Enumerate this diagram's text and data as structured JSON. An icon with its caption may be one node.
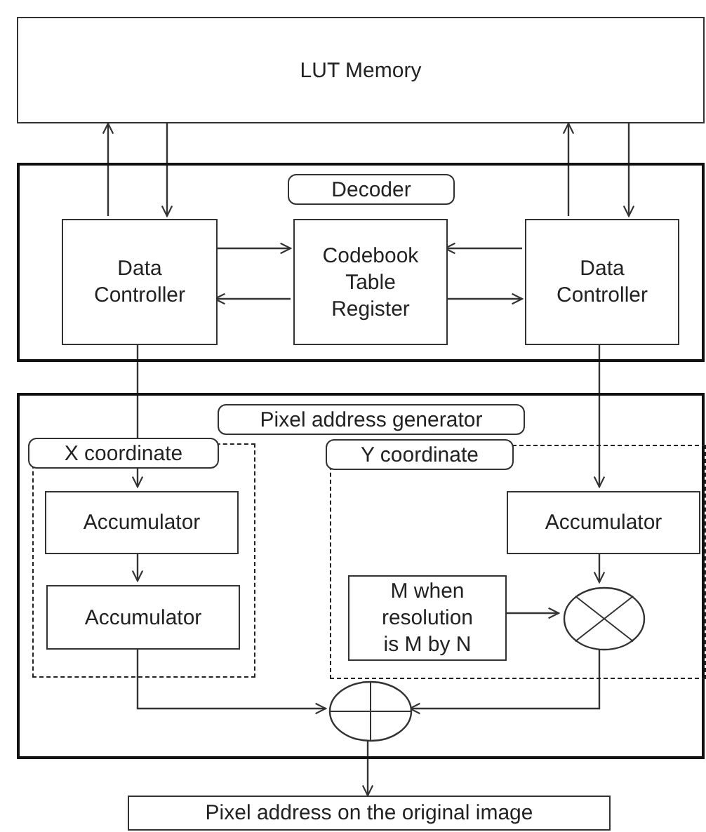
{
  "diagram": {
    "nodes": [
      {
        "text": [
          "LUT Memory"
        ]
      },
      {
        "text": [
          "Decoder"
        ]
      },
      {
        "text": [
          "Data Controller"
        ],
        "in": 1
      },
      {
        "text": [
          "Codebook Table Register"
        ],
        "in": 1
      },
      {
        "text": [
          "Data Controller"
        ],
        "in": 1
      },
      {
        "text": [
          "Pixel address generator"
        ]
      },
      {
        "text": [
          "X coordinate"
        ],
        "in": 5
      },
      {
        "text": [
          "Accumulator"
        ],
        "in": 6
      },
      {
        "text": [
          "Accumulator"
        ],
        "in": 6
      },
      {
        "text": [
          "Y coordinate"
        ],
        "in": 5
      },
      {
        "text": [
          "Accumulator"
        ],
        "in": 9
      },
      {
        "text": [
          "M when resolution is M by N"
        ],
        "in": 9
      },
      {
        "text": [],
        "shape": "circle",
        "in": 9
      },
      {
        "text": [],
        "shape": "circle",
        "in": 5
      },
      {
        "text": [
          "Pixel address on the original image"
        ]
      }
    ],
    "edges": [
      {
        "from": 2,
        "to": 0,
        "arrow": "to"
      },
      {
        "from": 0,
        "to": 2,
        "arrow": "to"
      },
      {
        "from": 4,
        "to": 0,
        "arrow": "to"
      },
      {
        "from": 0,
        "to": 4,
        "arrow": "to"
      },
      {
        "from": 2,
        "to": 3,
        "arrow": "to"
      },
      {
        "from": 3,
        "to": 2,
        "arrow": "to"
      },
      {
        "from": 4,
        "to": 3,
        "arrow": "to"
      },
      {
        "from": 3,
        "to": 4,
        "arrow": "to"
      },
      {
        "from": 2,
        "to": 7,
        "arrow": "to"
      },
      {
        "from": 7,
        "to": 8,
        "arrow": "to"
      },
      {
        "from": 4,
        "to": 10,
        "arrow": "to"
      },
      {
        "from": 10,
        "to": 12,
        "arrow": "to"
      },
      {
        "from": 11,
        "to": 12,
        "arrow": "to"
      },
      {
        "from": 8,
        "to": 13,
        "arrow": "to"
      },
      {
        "from": 12,
        "to": 13,
        "arrow": "to"
      },
      {
        "from": 13,
        "to": 14,
        "arrow": "to"
      }
    ]
  }
}
